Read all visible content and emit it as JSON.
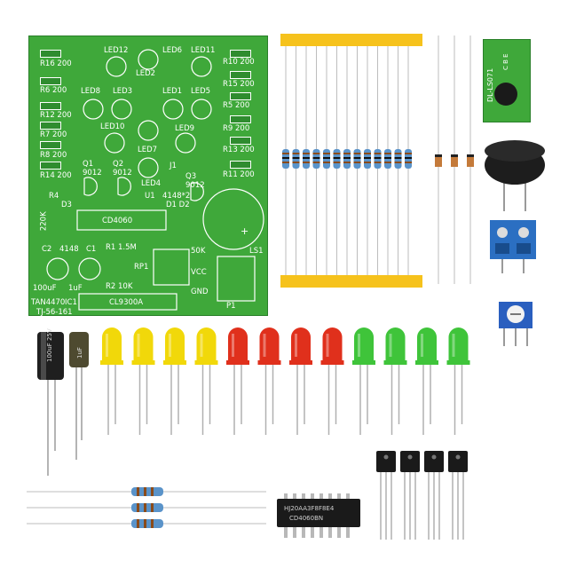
{
  "pcb": {
    "left_labels": [
      "R16 200",
      "R6 200",
      "R12 200",
      "R7 200",
      "R8 200",
      "R14 200"
    ],
    "right_labels": [
      "R10 200",
      "R15 200",
      "R5 200",
      "R9 200",
      "R13 200",
      "R11 200"
    ],
    "led_labels": [
      "LED12",
      "LED6",
      "LED11",
      "LED2",
      "LED8",
      "LED3",
      "LED1",
      "LED5",
      "LED10",
      "LED9",
      "LED7",
      "LED4"
    ],
    "q1": "Q1",
    "q1_val": "9012",
    "q2": "Q2",
    "q2_val": "9012",
    "q3": "Q3",
    "q3_val": "9012",
    "j1": "J1",
    "u1": "U1",
    "u1_val": "4148*2",
    "r4": "R4",
    "r4_val": "220K",
    "d3": "D3",
    "d1d2": "D1 D2",
    "ic": "CD4060",
    "r1": "R1 1.5M",
    "c2": "C2",
    "c2_val": "4148",
    "c1": "C1",
    "c_100uf": "100uF",
    "c_1uf": "1uF",
    "rp1": "RP1",
    "r2": "R2 10K",
    "pot": "50K",
    "vcc": "VCC",
    "gnd": "GND",
    "ls1": "LS1",
    "p1": "P1",
    "plus": "+",
    "tan": "TAN4470",
    "ic1": "IC1",
    "tj": "TJ-56-161",
    "cl9300a": "CL9300A"
  },
  "music_chip": {
    "label": "DL-LS071",
    "pins": "C B E"
  },
  "capacitors": {
    "big": "100uF 25V",
    "small": "1uF"
  },
  "ic_chip": {
    "line1": "HJ20AA3F8F8E4",
    "line2": "CD4060BN"
  },
  "led_colors": {
    "yellow": "#f1d80a",
    "red": "#e0301c",
    "green": "#3fc43a"
  },
  "colors": {
    "pcb": "#3fa83a",
    "tape": "#f6c21c",
    "resistor_body": "#5a93c9",
    "terminal": "#2b6fc2"
  }
}
